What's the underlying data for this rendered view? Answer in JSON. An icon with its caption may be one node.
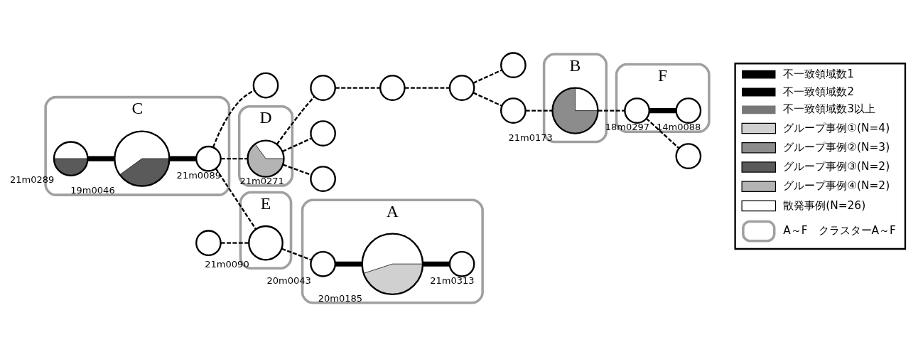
{
  "diagram": {
    "nodes": [
      {
        "text": [
          "C"
        ]
      },
      {
        "text": [],
        "shape": "circle",
        "in": 0,
        "beside": [
          "21m0289"
        ]
      },
      {
        "text": [],
        "shape": "circle",
        "in": 0,
        "beside": [
          "19m0046"
        ]
      },
      {
        "text": [],
        "shape": "circle",
        "in": 0,
        "beside": [
          "21m0089"
        ]
      },
      {
        "text": [
          "D"
        ]
      },
      {
        "text": [],
        "shape": "circle",
        "in": 4,
        "beside": [
          "21m0271"
        ]
      },
      {
        "text": [],
        "shape": "circle"
      },
      {
        "text": [],
        "shape": "circle"
      },
      {
        "text": [
          "E"
        ]
      },
      {
        "text": [],
        "shape": "circle",
        "in": 8,
        "beside": [
          "21m0090"
        ]
      },
      {
        "text": [],
        "shape": "circle"
      },
      {
        "text": [],
        "shape": "circle"
      },
      {
        "text": [
          "A"
        ]
      },
      {
        "text": [],
        "shape": "circle",
        "in": 12,
        "beside": [
          "20m0043"
        ]
      },
      {
        "text": [],
        "shape": "circle",
        "in": 12,
        "beside": [
          "20m0185"
        ]
      },
      {
        "text": [],
        "shape": "circle",
        "in": 12,
        "beside": [
          "21m0313"
        ]
      },
      {
        "text": [],
        "shape": "circle"
      },
      {
        "text": [],
        "shape": "circle"
      },
      {
        "text": [],
        "shape": "circle"
      },
      {
        "text": [],
        "shape": "circle"
      },
      {
        "text": [],
        "shape": "circle"
      },
      {
        "text": [
          "B"
        ]
      },
      {
        "text": [],
        "shape": "circle",
        "in": 21,
        "beside": [
          "21m0173"
        ]
      },
      {
        "text": [
          "F"
        ]
      },
      {
        "text": [],
        "shape": "circle",
        "in": 23,
        "beside": [
          "18m0297"
        ]
      },
      {
        "text": [],
        "shape": "circle",
        "in": 23,
        "beside": [
          "14m0088"
        ]
      },
      {
        "text": [],
        "shape": "circle"
      }
    ],
    "edges": [
      {
        "from": 1,
        "to": 2,
        "arrow": "none",
        "style": "thick"
      },
      {
        "from": 2,
        "to": 3,
        "arrow": "none",
        "style": "thick"
      },
      {
        "from": 3,
        "to": 5,
        "arrow": "none",
        "style": "dashed"
      },
      {
        "from": 5,
        "to": 6,
        "arrow": "none",
        "style": "dashed"
      },
      {
        "from": 5,
        "to": 7,
        "arrow": "none",
        "style": "dashed"
      },
      {
        "from": 3,
        "to": 9,
        "arrow": "none",
        "style": "dashed"
      },
      {
        "from": 3,
        "to": 11,
        "arrow": "none",
        "style": "dashed"
      },
      {
        "from": 10,
        "to": 9,
        "arrow": "none",
        "style": "dashed"
      },
      {
        "from": 9,
        "to": 13,
        "arrow": "none",
        "style": "dashed"
      },
      {
        "from": 13,
        "to": 14,
        "arrow": "none",
        "style": "thick"
      },
      {
        "from": 14,
        "to": 15,
        "arrow": "none",
        "style": "thick"
      },
      {
        "from": 5,
        "to": 16,
        "arrow": "none",
        "style": "dashed"
      },
      {
        "from": 16,
        "to": 17,
        "arrow": "none",
        "style": "dashed"
      },
      {
        "from": 17,
        "to": 18,
        "arrow": "none",
        "style": "dashed"
      },
      {
        "from": 18,
        "to": 19,
        "arrow": "none",
        "style": "dashed"
      },
      {
        "from": 18,
        "to": 20,
        "arrow": "none",
        "style": "dashed"
      },
      {
        "from": 20,
        "to": 22,
        "arrow": "none",
        "style": "dashed"
      },
      {
        "from": 22,
        "to": 24,
        "arrow": "none",
        "style": "dashed"
      },
      {
        "from": 24,
        "to": 25,
        "arrow": "none",
        "style": "thick"
      },
      {
        "from": 24,
        "to": 26,
        "arrow": "none",
        "style": "dashed"
      }
    ],
    "legend": [
      {
        "text": "不一致領域数1"
      },
      {
        "text": "不一致領域数2"
      },
      {
        "text": "不一致領域数3以上"
      },
      {
        "text": "グループ事例①(N=4)"
      },
      {
        "text": "グループ事例②(N=3)"
      },
      {
        "text": "グループ事例③(N=2)"
      },
      {
        "text": "グループ事例④(N=2)"
      },
      {
        "text": "散発事例(N=26)"
      },
      {
        "text": "A～F　クラスターA～F"
      }
    ]
  }
}
